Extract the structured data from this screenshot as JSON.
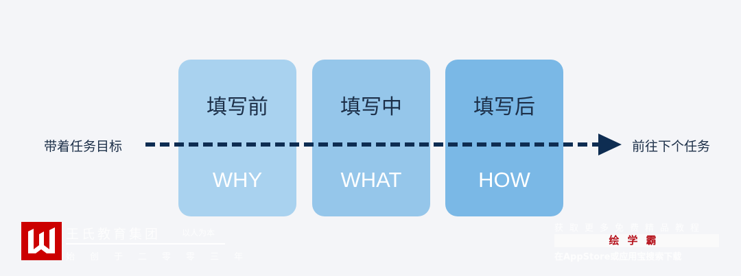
{
  "flow": {
    "start_label": "带着任务目标",
    "end_label": "前往下个任务"
  },
  "stages": [
    {
      "title": "填写前",
      "sub": "WHY",
      "color": "#a9d2ef"
    },
    {
      "title": "填写中",
      "sub": "WHAT",
      "color": "#95c6ea"
    },
    {
      "title": "填写后",
      "sub": "HOW",
      "color": "#7ab8e6"
    }
  ],
  "watermark_left": {
    "name": "王氏教育集团",
    "slogan": "以人为本",
    "founded": "始创于二零零三年"
  },
  "watermark_right": {
    "line1": "获取更多免费精品教程",
    "brand": "绘学霸",
    "line3": "在AppStore或应用宝搜索下载"
  }
}
